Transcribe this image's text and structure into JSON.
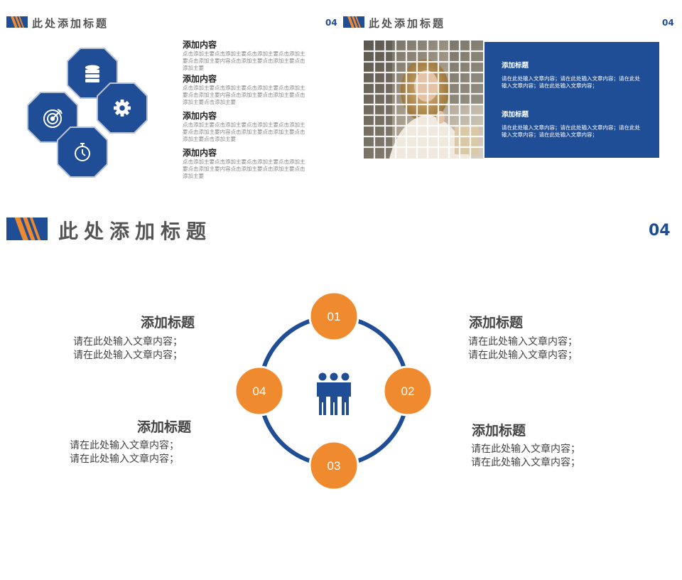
{
  "panel_left": {
    "title": "此处添加标题",
    "page": "04",
    "items": [
      {
        "heading": "添加内容",
        "text": "点击添加主要点击添加主要点击添加主要点击添加主要点击添加主要内容点击添加主要点击添加主要点击添加主要"
      },
      {
        "heading": "添加内容",
        "text": "点击添加主要点击添加主要点击添加主要点击添加主要点击添加主要内容点击添加主要点击添加主要点击添加主要点击添加主要"
      },
      {
        "heading": "添加内容",
        "text": "点击添加主要点击添加主要点击添加主要点击添加主要点击添加主要内容点击添加主要点击添加主要点击添加主要点击添加主要"
      },
      {
        "heading": "添加内容",
        "text": "点击添加主要点击添加主要点击添加主要点击添加主要点击添加主要内容点击添加主要点击添加主要点击添加主要"
      }
    ],
    "icons": [
      "database-icon",
      "gear-icon",
      "target-icon",
      "stopwatch-icon"
    ]
  },
  "panel_right": {
    "title": "此处添加标题",
    "page": "04",
    "blocks": [
      {
        "heading": "添加标题",
        "text": "请在此处输入文章内容；请在此处输入文章内容；请在此处输入文章内容；请在此处输入文章内容；"
      },
      {
        "heading": "添加标题",
        "text": "请在此处输入文章内容；请在此处输入文章内容；请在此处输入文章内容；请在此处输入文章内容；"
      }
    ]
  },
  "main": {
    "title": "此处添加标题",
    "page": "04",
    "circles": [
      "01",
      "02",
      "03",
      "04"
    ],
    "blocks": [
      {
        "heading": "添加标题",
        "line1": "请在此处输入文章内容；",
        "line2": "请在此处输入文章内容；"
      },
      {
        "heading": "添加标题",
        "line1": "请在此处输入文章内容；",
        "line2": "请在此处输入文章内容；"
      },
      {
        "heading": "添加标题",
        "line1": "请在此处输入文章内容；",
        "line2": "请在此处输入文章内容；"
      },
      {
        "heading": "添加标题",
        "line1": "请在此处输入文章内容；",
        "line2": "请在此处输入文章内容；"
      }
    ]
  },
  "colors": {
    "blue": "#1f4e96",
    "orange": "#f08a2e"
  }
}
